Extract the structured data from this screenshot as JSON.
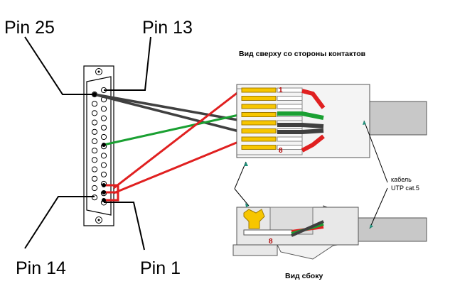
{
  "labels": {
    "pin25": "Pin 25",
    "pin13": "Pin 13",
    "pin14": "Pin 14",
    "pin1": "Pin 1"
  },
  "captions": {
    "top_view": "Вид сверху со стороны контактов",
    "side_view": "Вид сбоку",
    "cable_line1": "кабель",
    "cable_line2": "UTP cat.5"
  },
  "contact_numbers": {
    "first": "1",
    "last": "8",
    "side_last": "8"
  },
  "colors": {
    "red_wire": "#e02020",
    "green_wire": "#1aa032",
    "gray_wire": "#404040",
    "contact_gold": "#f7c600",
    "teal_arrow": "#1f8f7a"
  }
}
